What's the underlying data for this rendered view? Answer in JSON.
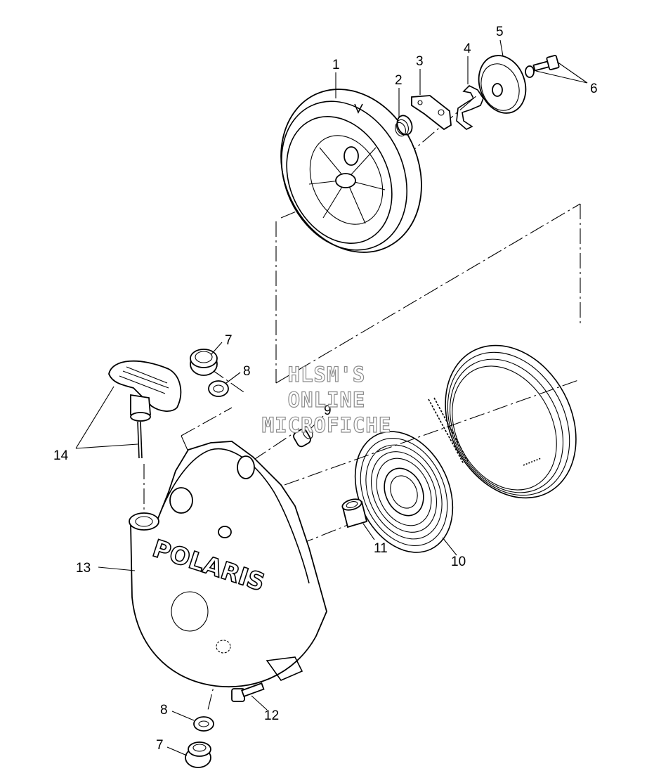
{
  "watermark": {
    "line1": "HLSM'S",
    "line2": "ONLINE",
    "line3": "MICROFICHE"
  },
  "housing_logo": "POLARIS",
  "callouts": [
    {
      "id": "1",
      "part": "rope pulley"
    },
    {
      "id": "2",
      "part": "spring"
    },
    {
      "id": "3",
      "part": "pawl"
    },
    {
      "id": "4",
      "part": "spring clip"
    },
    {
      "id": "5",
      "part": "plate"
    },
    {
      "id": "6",
      "part": "bolt and washer"
    },
    {
      "id": "7",
      "part": "plug"
    },
    {
      "id": "8",
      "part": "seal washer"
    },
    {
      "id": "9",
      "part": "bushing"
    },
    {
      "id": "10",
      "part": "recoil spring"
    },
    {
      "id": "11",
      "part": "bushing"
    },
    {
      "id": "12",
      "part": "bolt"
    },
    {
      "id": "13",
      "part": "housing"
    },
    {
      "id": "14",
      "part": "handle and rope"
    }
  ]
}
